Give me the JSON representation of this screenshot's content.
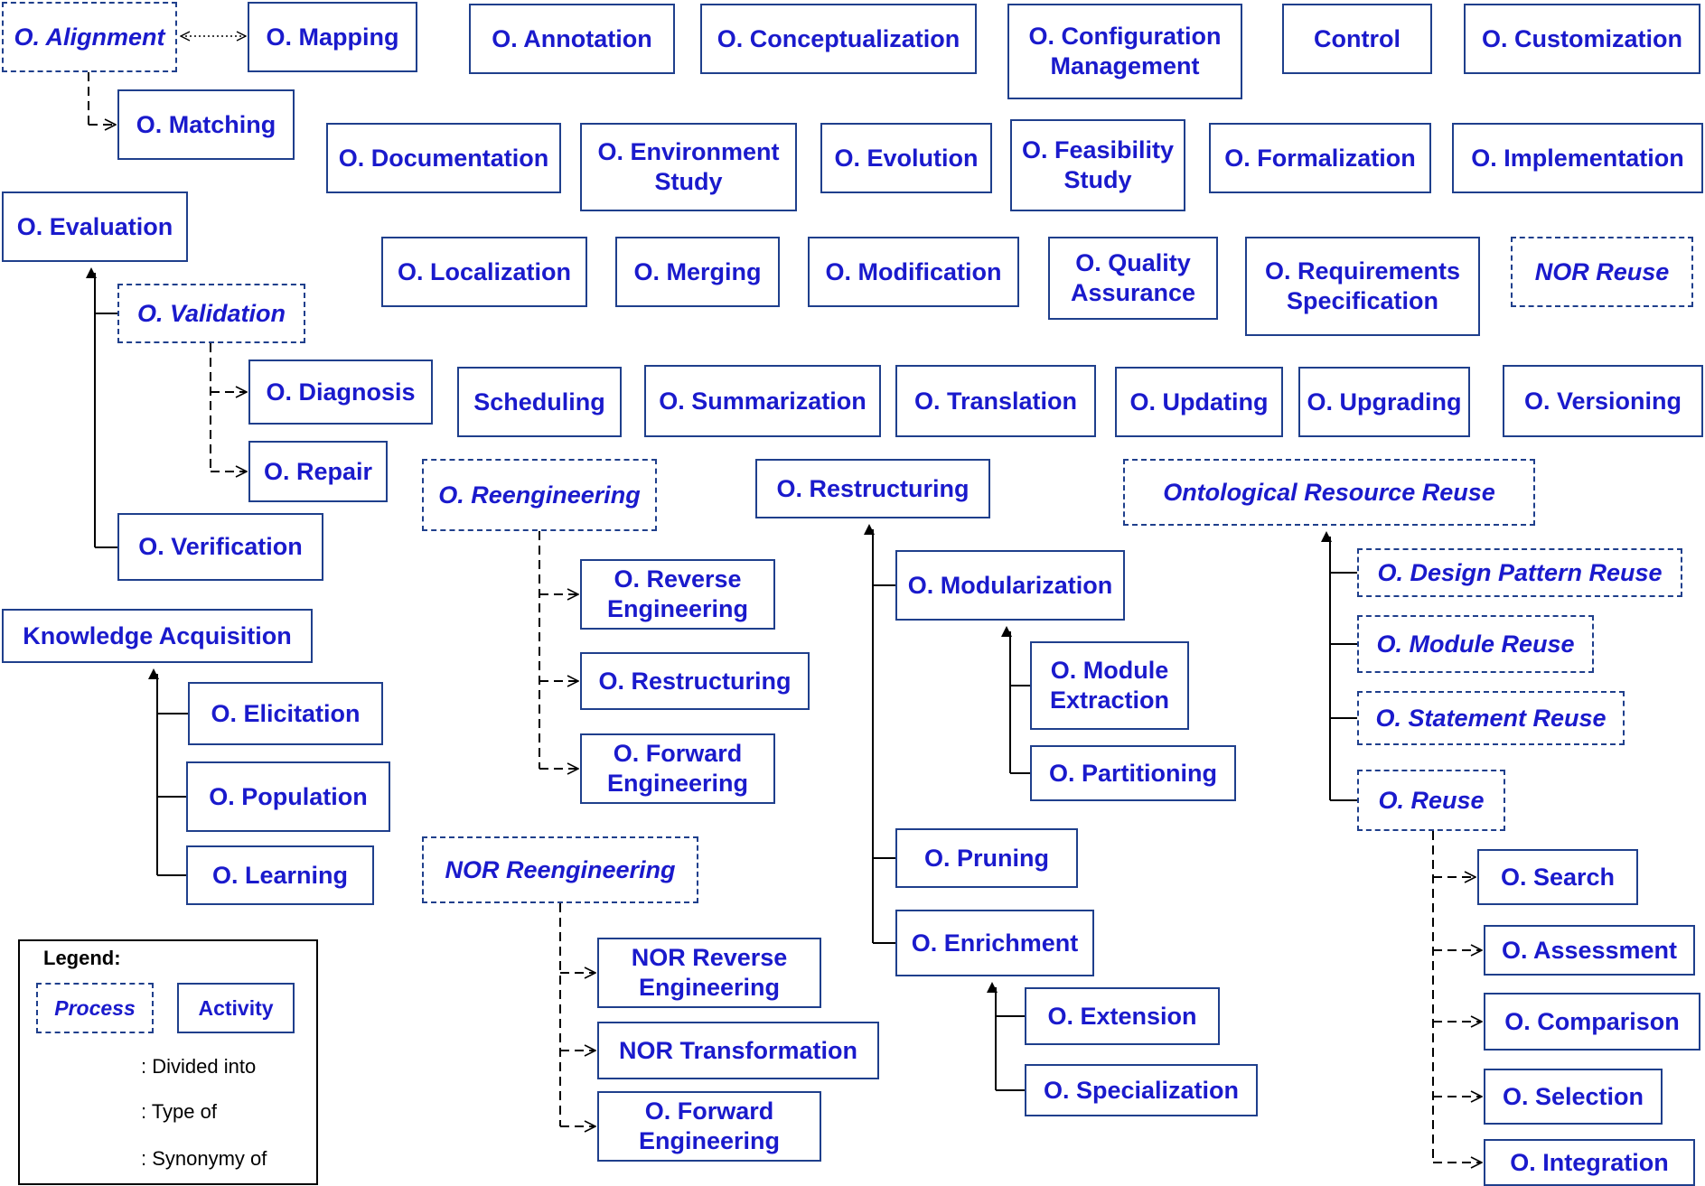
{
  "nodes": [
    {
      "id": "alignment",
      "label": "O. Alignment",
      "kind": "process"
    },
    {
      "id": "mapping",
      "label": "O. Mapping",
      "kind": "activity"
    },
    {
      "id": "matching",
      "label": "O. Matching",
      "kind": "activity"
    },
    {
      "id": "annotation",
      "label": "O. Annotation",
      "kind": "activity"
    },
    {
      "id": "conceptualization",
      "label": "O. Conceptualization",
      "kind": "activity"
    },
    {
      "id": "configuration",
      "label": "O. Configuration\nManagement",
      "kind": "activity"
    },
    {
      "id": "control",
      "label": "Control",
      "kind": "activity"
    },
    {
      "id": "customization",
      "label": "O. Customization",
      "kind": "activity"
    },
    {
      "id": "documentation",
      "label": "O. Documentation",
      "kind": "activity"
    },
    {
      "id": "environment",
      "label": "O. Environment\nStudy",
      "kind": "activity"
    },
    {
      "id": "evolution",
      "label": "O. Evolution",
      "kind": "activity"
    },
    {
      "id": "feasibility",
      "label": "O. Feasibility\nStudy",
      "kind": "activity"
    },
    {
      "id": "formalization",
      "label": "O. Formalization",
      "kind": "activity"
    },
    {
      "id": "implementation",
      "label": "O. Implementation",
      "kind": "activity"
    },
    {
      "id": "evaluation",
      "label": "O. Evaluation",
      "kind": "activity"
    },
    {
      "id": "validation",
      "label": "O. Validation",
      "kind": "process"
    },
    {
      "id": "diagnosis",
      "label": "O. Diagnosis",
      "kind": "activity"
    },
    {
      "id": "repair",
      "label": "O. Repair",
      "kind": "activity"
    },
    {
      "id": "verification",
      "label": "O. Verification",
      "kind": "activity"
    },
    {
      "id": "localization",
      "label": "O. Localization",
      "kind": "activity"
    },
    {
      "id": "merging",
      "label": "O. Merging",
      "kind": "activity"
    },
    {
      "id": "modification",
      "label": "O. Modification",
      "kind": "activity"
    },
    {
      "id": "quality",
      "label": "O. Quality\nAssurance",
      "kind": "activity"
    },
    {
      "id": "requirements",
      "label": "O. Requirements\nSpecification",
      "kind": "activity"
    },
    {
      "id": "nor_reuse",
      "label": "NOR Reuse",
      "kind": "process"
    },
    {
      "id": "scheduling",
      "label": "Scheduling",
      "kind": "activity"
    },
    {
      "id": "summarization",
      "label": "O. Summarization",
      "kind": "activity"
    },
    {
      "id": "translation",
      "label": "O. Translation",
      "kind": "activity"
    },
    {
      "id": "updating",
      "label": "O. Updating",
      "kind": "activity"
    },
    {
      "id": "upgrading",
      "label": "O. Upgrading",
      "kind": "activity"
    },
    {
      "id": "versioning",
      "label": "O. Versioning",
      "kind": "activity"
    },
    {
      "id": "reengineering",
      "label": "O. Reengineering",
      "kind": "process"
    },
    {
      "id": "reverse_eng",
      "label": "O. Reverse\nEngineering",
      "kind": "activity"
    },
    {
      "id": "restructuring_sub",
      "label": "O. Restructuring",
      "kind": "activity"
    },
    {
      "id": "forward_eng",
      "label": "O. Forward\nEngineering",
      "kind": "activity"
    },
    {
      "id": "restructuring",
      "label": "O. Restructuring",
      "kind": "activity"
    },
    {
      "id": "modularization",
      "label": "O. Modularization",
      "kind": "activity"
    },
    {
      "id": "module_extraction",
      "label": "O. Module\nExtraction",
      "kind": "activity"
    },
    {
      "id": "partitioning",
      "label": "O. Partitioning",
      "kind": "activity"
    },
    {
      "id": "pruning",
      "label": "O. Pruning",
      "kind": "activity"
    },
    {
      "id": "enrichment",
      "label": "O. Enrichment",
      "kind": "activity"
    },
    {
      "id": "extension",
      "label": "O. Extension",
      "kind": "activity"
    },
    {
      "id": "specialization",
      "label": "O. Specialization",
      "kind": "activity"
    },
    {
      "id": "ontological_reuse",
      "label": "Ontological Resource Reuse",
      "kind": "process"
    },
    {
      "id": "design_pattern_reuse",
      "label": "O. Design Pattern Reuse",
      "kind": "process"
    },
    {
      "id": "module_reuse",
      "label": "O. Module Reuse",
      "kind": "process"
    },
    {
      "id": "statement_reuse",
      "label": "O. Statement Reuse",
      "kind": "process"
    },
    {
      "id": "reuse",
      "label": "O. Reuse",
      "kind": "process"
    },
    {
      "id": "search",
      "label": "O. Search",
      "kind": "activity"
    },
    {
      "id": "assessment",
      "label": "O. Assessment",
      "kind": "activity"
    },
    {
      "id": "comparison",
      "label": "O. Comparison",
      "kind": "activity"
    },
    {
      "id": "selection",
      "label": "O. Selection",
      "kind": "activity"
    },
    {
      "id": "integration",
      "label": "O. Integration",
      "kind": "activity"
    },
    {
      "id": "knowledge_acq",
      "label": "Knowledge Acquisition",
      "kind": "activity"
    },
    {
      "id": "elicitation",
      "label": "O. Elicitation",
      "kind": "activity"
    },
    {
      "id": "population",
      "label": "O. Population",
      "kind": "activity"
    },
    {
      "id": "learning",
      "label": "O. Learning",
      "kind": "activity"
    },
    {
      "id": "nor_reengineering",
      "label": "NOR Reengineering",
      "kind": "process"
    },
    {
      "id": "nor_reverse",
      "label": "NOR Reverse\nEngineering",
      "kind": "activity"
    },
    {
      "id": "nor_transformation",
      "label": "NOR Transformation",
      "kind": "activity"
    },
    {
      "id": "nor_forward",
      "label": "O. Forward\nEngineering",
      "kind": "activity"
    }
  ],
  "relations": [
    {
      "from": "alignment",
      "to": "mapping",
      "type": "synonymy"
    },
    {
      "from": "alignment",
      "to": "matching",
      "type": "divided"
    },
    {
      "from": "evaluation",
      "to": "validation",
      "type": "type_of"
    },
    {
      "from": "evaluation",
      "to": "verification",
      "type": "type_of"
    },
    {
      "from": "validation",
      "to": "diagnosis",
      "type": "divided"
    },
    {
      "from": "validation",
      "to": "repair",
      "type": "divided"
    },
    {
      "from": "knowledge_acq",
      "to": "elicitation",
      "type": "type_of"
    },
    {
      "from": "knowledge_acq",
      "to": "population",
      "type": "type_of"
    },
    {
      "from": "knowledge_acq",
      "to": "learning",
      "type": "type_of"
    },
    {
      "from": "reengineering",
      "to": "reverse_eng",
      "type": "divided"
    },
    {
      "from": "reengineering",
      "to": "restructuring_sub",
      "type": "divided"
    },
    {
      "from": "reengineering",
      "to": "forward_eng",
      "type": "divided"
    },
    {
      "from": "nor_reengineering",
      "to": "nor_reverse",
      "type": "divided"
    },
    {
      "from": "nor_reengineering",
      "to": "nor_transformation",
      "type": "divided"
    },
    {
      "from": "nor_reengineering",
      "to": "nor_forward",
      "type": "divided"
    },
    {
      "from": "restructuring",
      "to": "modularization",
      "type": "type_of"
    },
    {
      "from": "restructuring",
      "to": "pruning",
      "type": "type_of"
    },
    {
      "from": "restructuring",
      "to": "enrichment",
      "type": "type_of"
    },
    {
      "from": "modularization",
      "to": "module_extraction",
      "type": "type_of"
    },
    {
      "from": "modularization",
      "to": "partitioning",
      "type": "type_of"
    },
    {
      "from": "enrichment",
      "to": "extension",
      "type": "type_of"
    },
    {
      "from": "enrichment",
      "to": "specialization",
      "type": "type_of"
    },
    {
      "from": "ontological_reuse",
      "to": "design_pattern_reuse",
      "type": "type_of"
    },
    {
      "from": "ontological_reuse",
      "to": "module_reuse",
      "type": "type_of"
    },
    {
      "from": "ontological_reuse",
      "to": "statement_reuse",
      "type": "type_of"
    },
    {
      "from": "ontological_reuse",
      "to": "reuse",
      "type": "type_of"
    },
    {
      "from": "reuse",
      "to": "search",
      "type": "divided"
    },
    {
      "from": "reuse",
      "to": "assessment",
      "type": "divided"
    },
    {
      "from": "reuse",
      "to": "comparison",
      "type": "divided"
    },
    {
      "from": "reuse",
      "to": "selection",
      "type": "divided"
    },
    {
      "from": "reuse",
      "to": "integration",
      "type": "divided"
    }
  ],
  "legend": {
    "title": "Legend:",
    "process_label": "Process",
    "activity_label": "Activity",
    "divided_into": ": Divided into",
    "type_of": ": Type of",
    "synonymy_of": ": Synonymy of"
  },
  "colors": {
    "text": "#1a1acc",
    "border": "#1f3f8c",
    "line": "#000000"
  }
}
